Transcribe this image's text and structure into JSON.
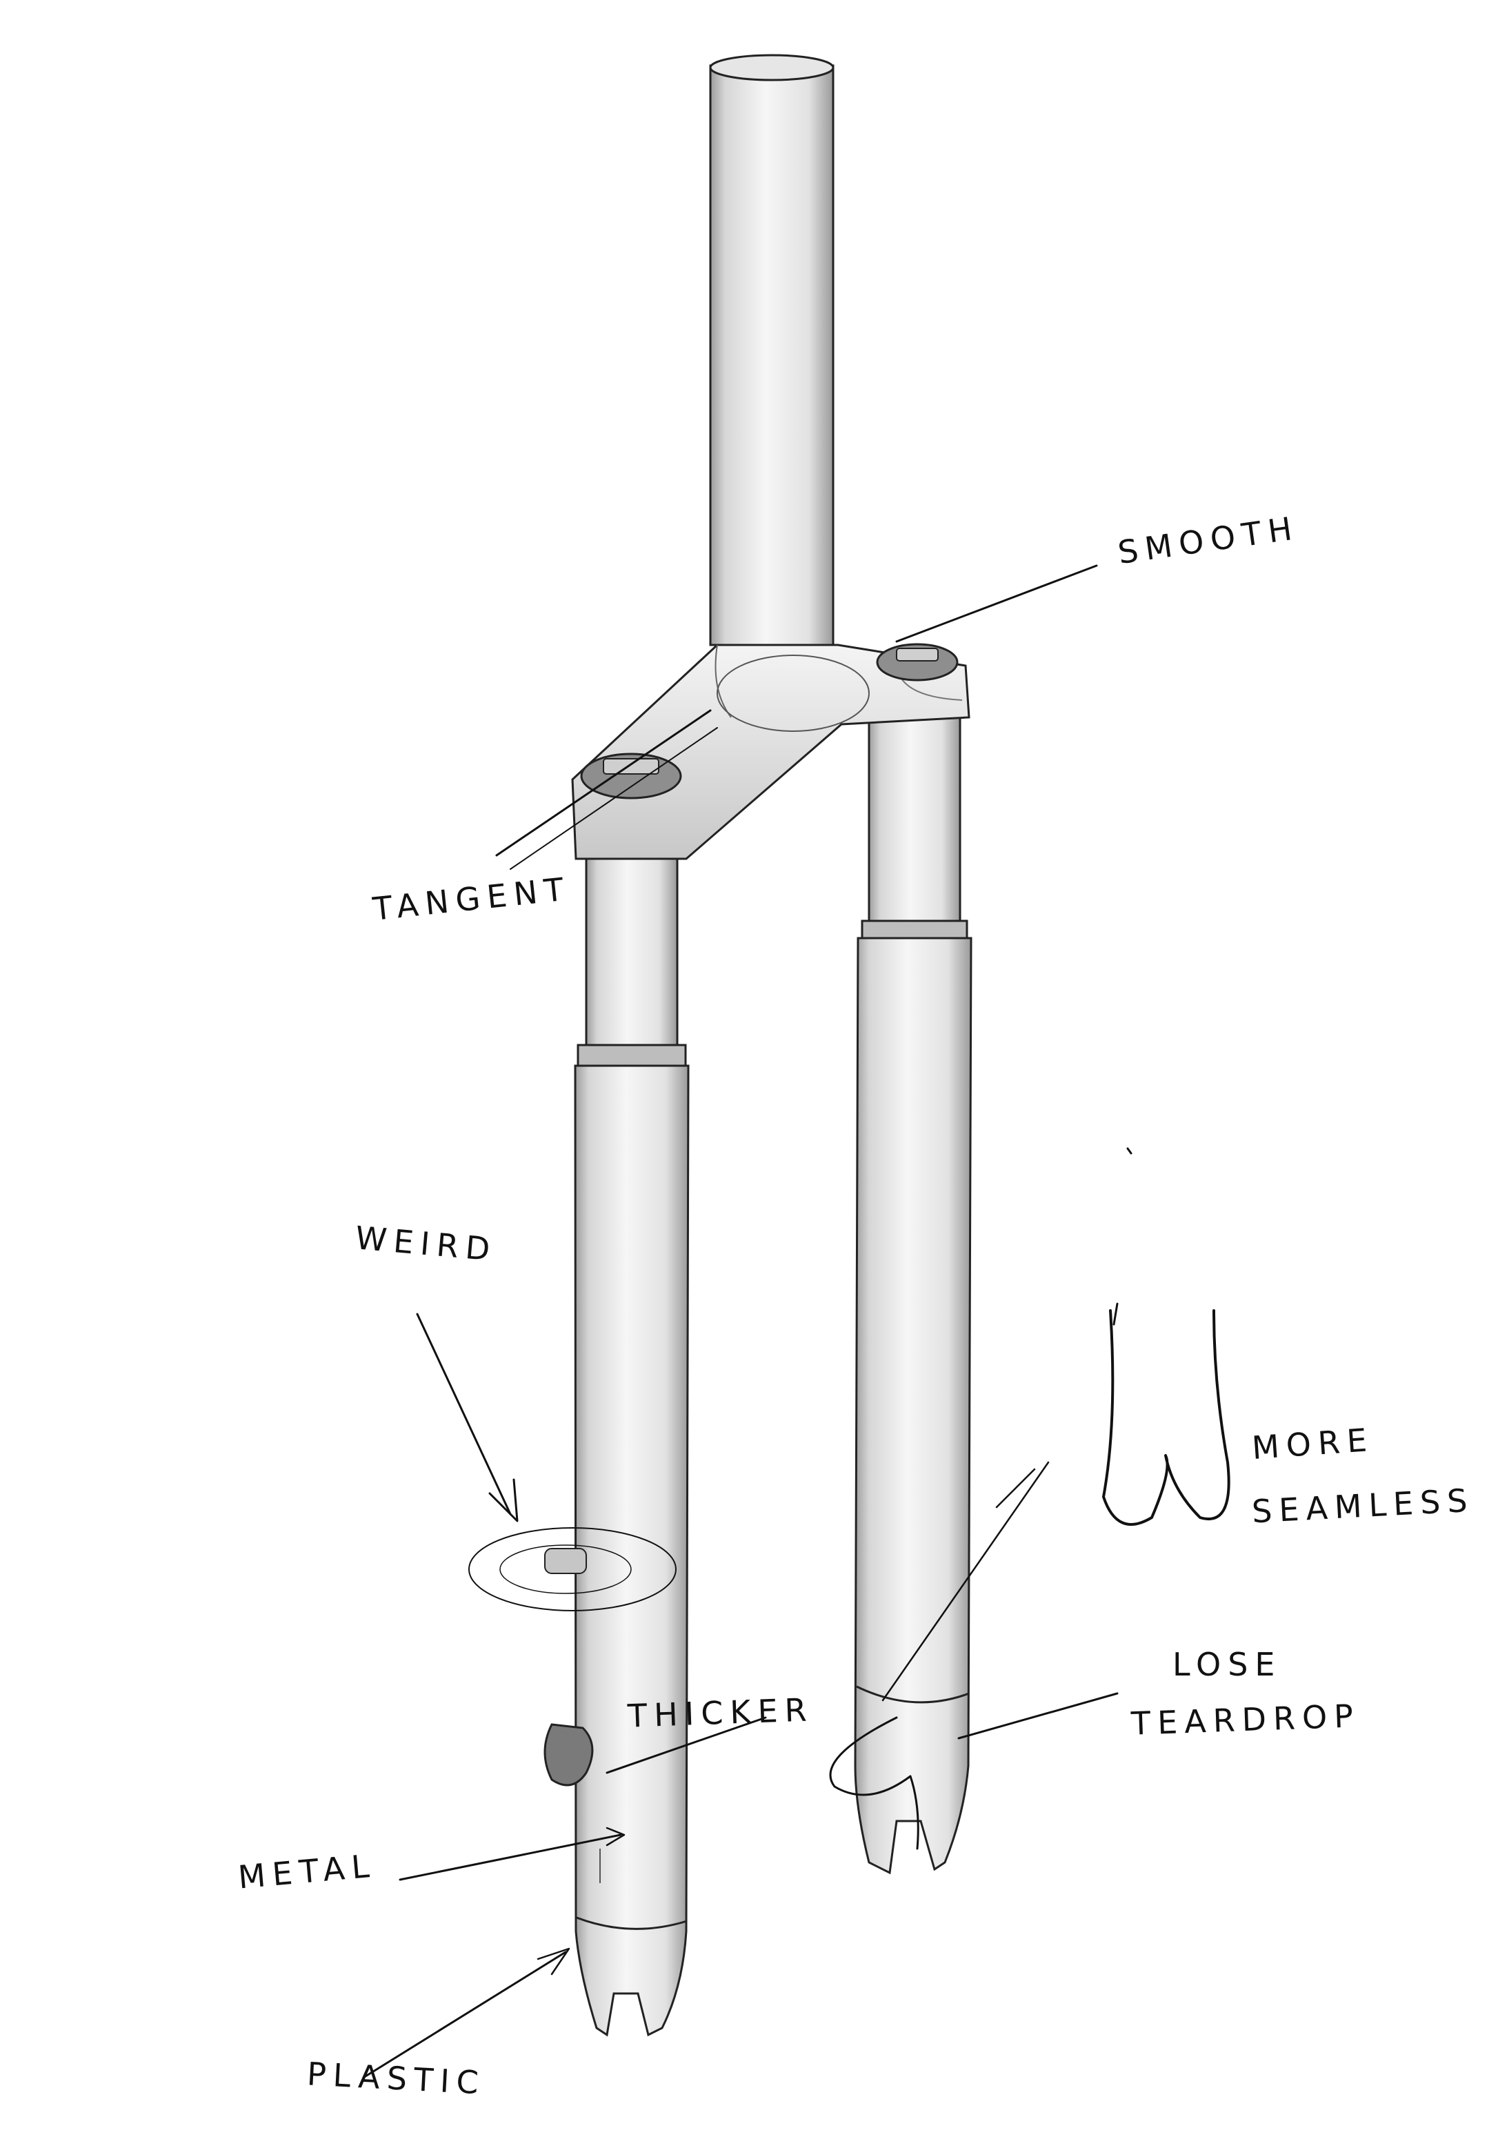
{
  "annotations": {
    "smooth": "SMOOTH",
    "tangent": "TANGENT",
    "weird": "WEIRD",
    "more": "MORE",
    "seamless": "SEAMLESS",
    "thicker": "THICKER",
    "lose": "LOSE",
    "teardrop": "TEARDROP",
    "metal": "METAL",
    "plastic": "PLASTIC"
  },
  "colors": {
    "ink": "#111111",
    "paper": "#ffffff",
    "shade": "#d9d9d9"
  }
}
